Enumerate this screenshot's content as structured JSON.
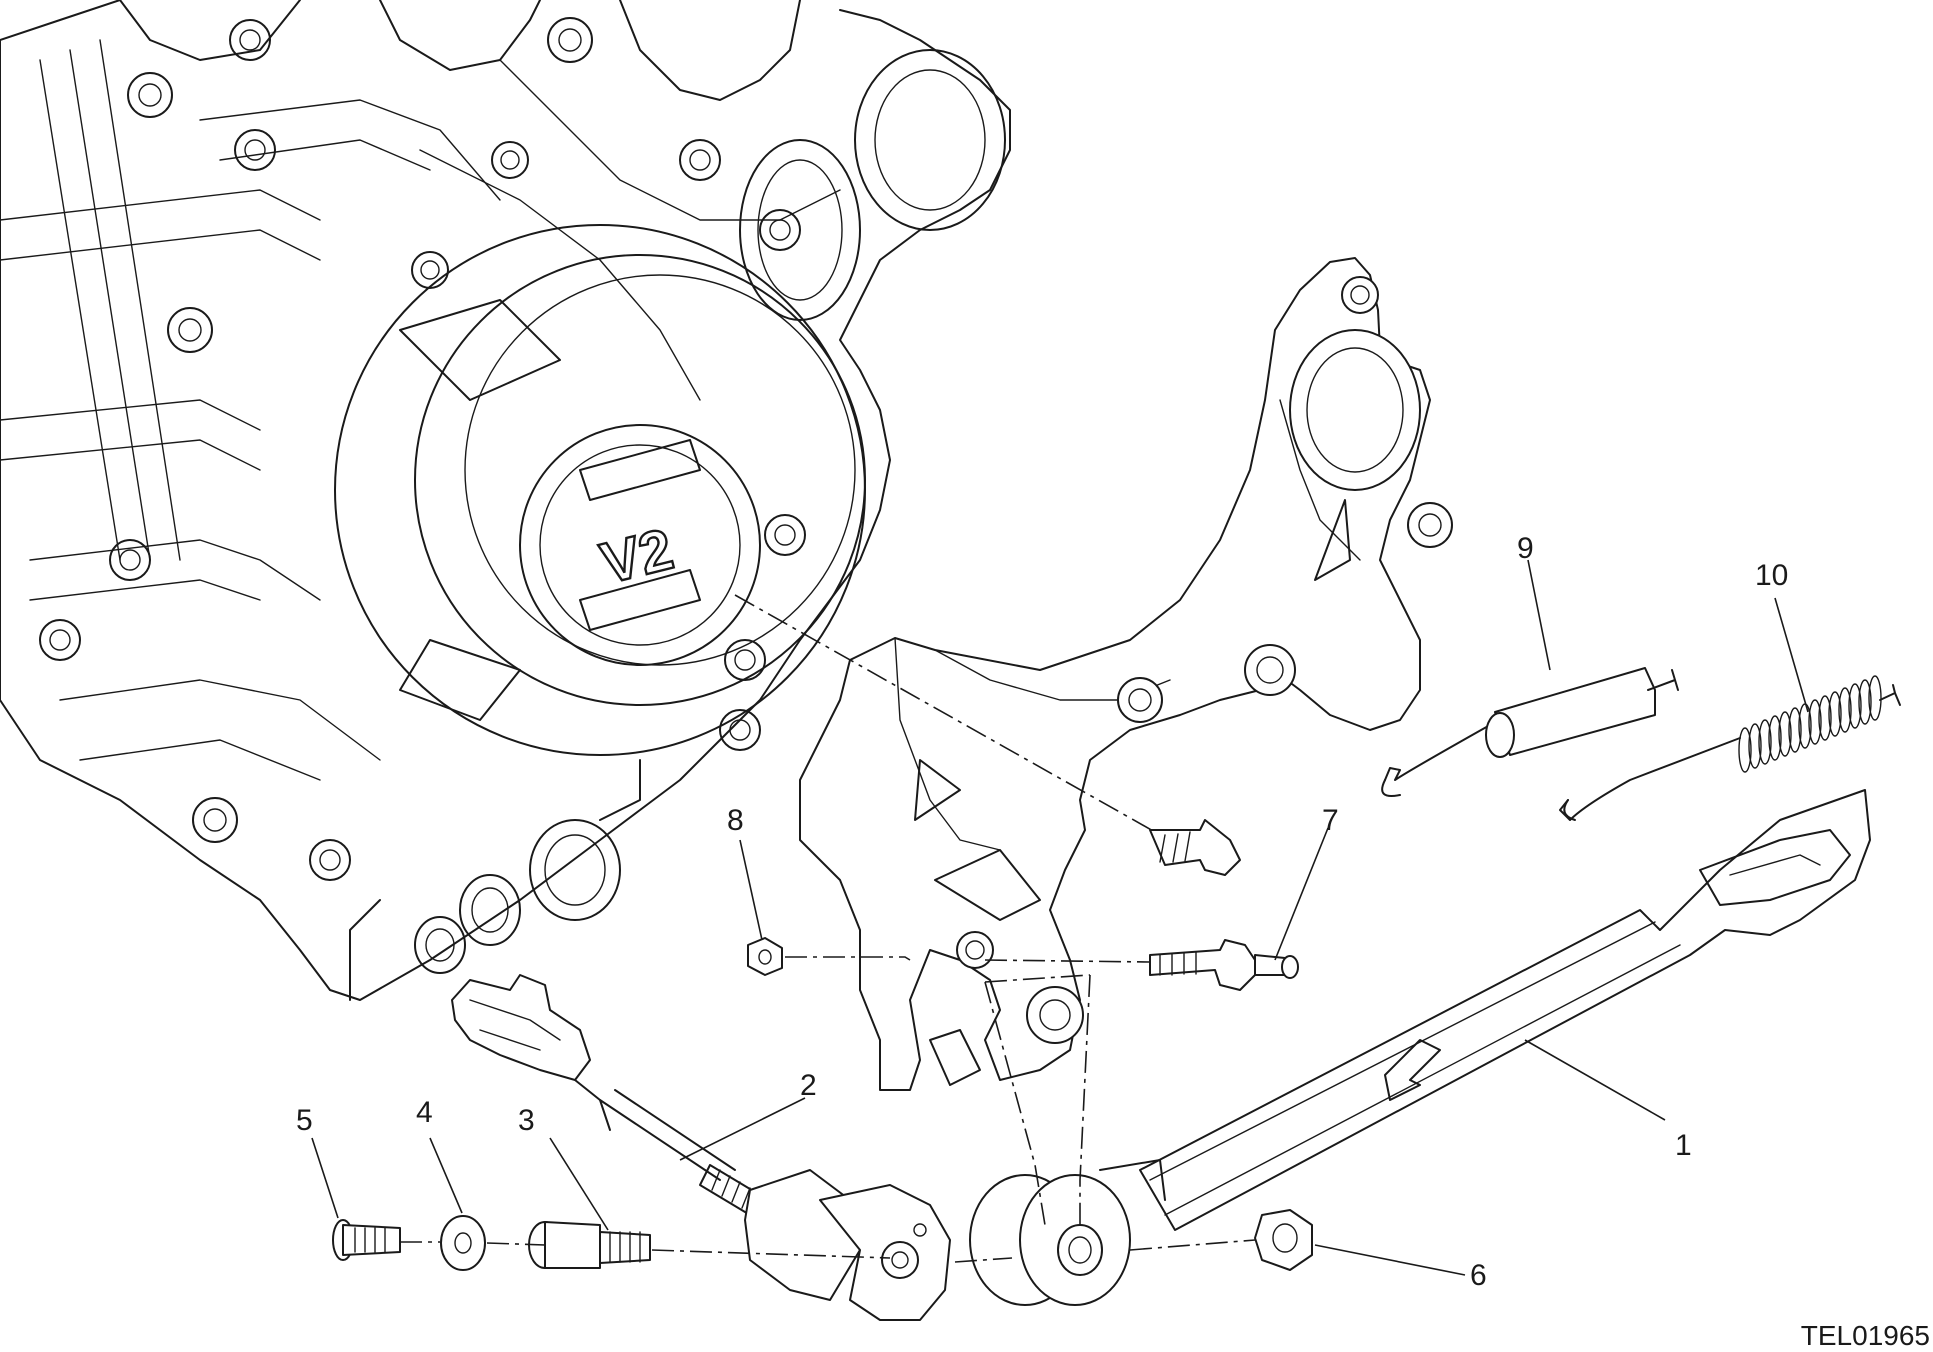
{
  "drawing_code": "TEL01965",
  "engine_logo": "V2",
  "callouts": [
    {
      "id": "1",
      "label": "1"
    },
    {
      "id": "2",
      "label": "2"
    },
    {
      "id": "3",
      "label": "3"
    },
    {
      "id": "4",
      "label": "4"
    },
    {
      "id": "5",
      "label": "5"
    },
    {
      "id": "6",
      "label": "6"
    },
    {
      "id": "7",
      "label": "7"
    },
    {
      "id": "8",
      "label": "8"
    },
    {
      "id": "9",
      "label": "9"
    },
    {
      "id": "10",
      "label": "10"
    }
  ]
}
